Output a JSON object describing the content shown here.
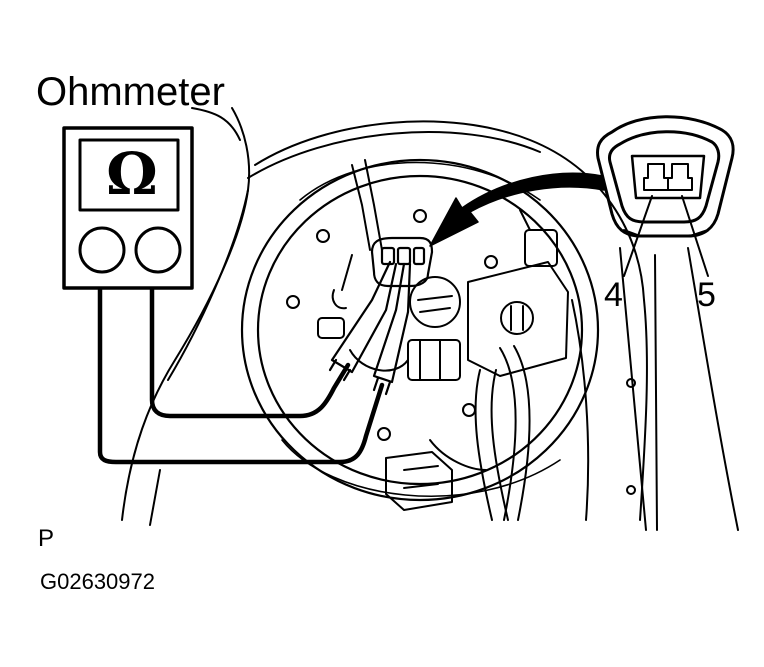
{
  "labels": {
    "instrument": "Ohmmeter",
    "pin_left": "4",
    "pin_right": "5",
    "view_marker": "P",
    "figure_code": "G02630972"
  },
  "meter_face": {
    "symbol": "Ω",
    "icon": "omega-icon"
  },
  "colors": {
    "ink": "#000000",
    "paper": "#ffffff"
  }
}
